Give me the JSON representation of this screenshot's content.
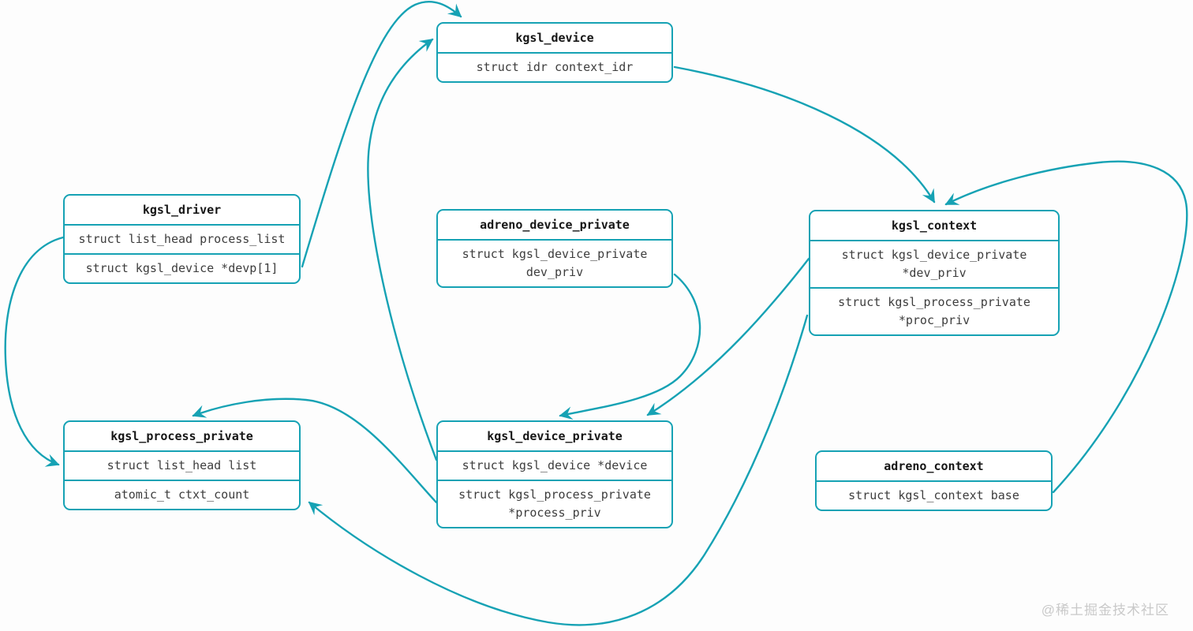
{
  "diagram": {
    "accent_color": "#16a2b4",
    "background_color": "#fdfdfd",
    "watermark": "@稀土掘金技术社区",
    "nodes": [
      {
        "id": "kgsl_device",
        "title": "kgsl_device",
        "fields": [
          "struct idr context_idr"
        ]
      },
      {
        "id": "kgsl_driver",
        "title": "kgsl_driver",
        "fields": [
          "struct list_head process_list",
          "struct kgsl_device *devp[1]"
        ]
      },
      {
        "id": "adreno_device_private",
        "title": "adreno_device_private",
        "fields": [
          "struct kgsl_device_private dev_priv"
        ]
      },
      {
        "id": "kgsl_context",
        "title": "kgsl_context",
        "fields": [
          "struct kgsl_device_private *dev_priv",
          "struct kgsl_process_private *proc_priv"
        ]
      },
      {
        "id": "kgsl_process_private",
        "title": "kgsl_process_private",
        "fields": [
          "struct list_head list",
          "atomic_t ctxt_count"
        ]
      },
      {
        "id": "kgsl_device_private",
        "title": "kgsl_device_private",
        "fields": [
          "struct kgsl_device *device",
          "struct kgsl_process_private *process_priv"
        ]
      },
      {
        "id": "adreno_context",
        "title": "adreno_context",
        "fields": [
          "struct kgsl_context base"
        ]
      }
    ],
    "edges": [
      {
        "from": "kgsl_driver",
        "from_field": "struct kgsl_device *devp[1]",
        "to": "kgsl_device"
      },
      {
        "from": "kgsl_device_private",
        "from_field": "struct kgsl_device *device",
        "to": "kgsl_device"
      },
      {
        "from": "kgsl_driver",
        "from_field": "struct list_head process_list",
        "to": "kgsl_process_private"
      },
      {
        "from": "kgsl_device",
        "from_field": "struct idr context_idr",
        "to": "kgsl_context"
      },
      {
        "from": "adreno_context",
        "from_field": "struct kgsl_context base",
        "to": "kgsl_context"
      },
      {
        "from": "adreno_device_private",
        "from_field": "struct kgsl_device_private dev_priv",
        "to": "kgsl_device_private"
      },
      {
        "from": "kgsl_context",
        "from_field": "struct kgsl_device_private *dev_priv",
        "to": "kgsl_device_private"
      },
      {
        "from": "kgsl_context",
        "from_field": "struct kgsl_process_private *proc_priv",
        "to": "kgsl_process_private"
      },
      {
        "from": "kgsl_device_private",
        "from_field": "struct kgsl_process_private *process_priv",
        "to": "kgsl_process_private"
      }
    ]
  }
}
